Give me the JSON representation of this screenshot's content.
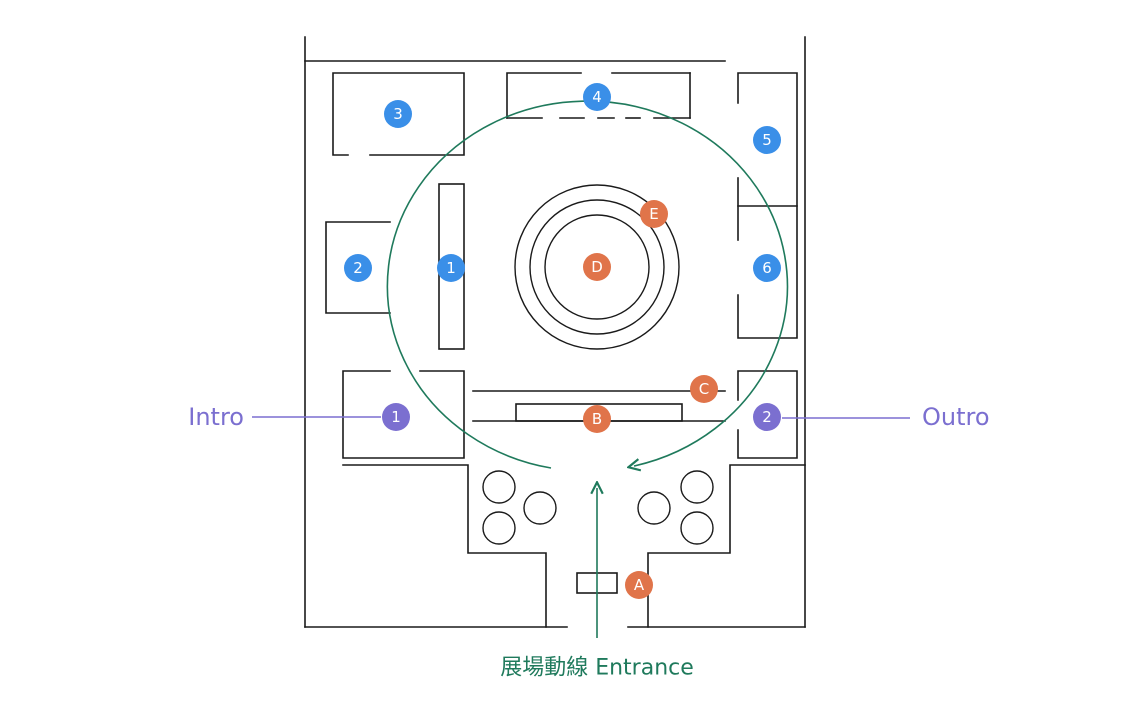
{
  "colors": {
    "blue": "#3a8fe8",
    "orange": "#e0744a",
    "purple": "#7b6fd0",
    "green": "#1f7a5c",
    "wall": "#1a1a1a"
  },
  "labels": {
    "intro": "Intro",
    "outro": "Outro",
    "entrance": "展場動線 Entrance"
  },
  "markers": {
    "blue_1": "1",
    "blue_2": "2",
    "blue_3": "3",
    "blue_4": "4",
    "blue_5": "5",
    "blue_6": "6",
    "purple_1": "1",
    "purple_2": "2",
    "A": "A",
    "B": "B",
    "C": "C",
    "D": "D",
    "E": "E"
  }
}
